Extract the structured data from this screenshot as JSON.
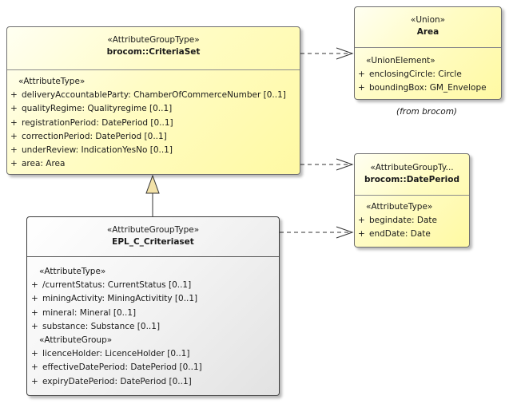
{
  "classes": {
    "criteria_set": {
      "stereotype": "«AttributeGroupType»",
      "name": "brocom::CriteriaSet",
      "section_stereotype": "«AttributeType»",
      "attributes": [
        {
          "vis": "+",
          "text": "deliveryAccountableParty: ChamberOfCommerceNumber [0..1]"
        },
        {
          "vis": "+",
          "text": "qualityRegime: Qualityregime [0..1]"
        },
        {
          "vis": "+",
          "text": "registrationPeriod: DatePeriod [0..1]"
        },
        {
          "vis": "+",
          "text": "correctionPeriod: DatePeriod [0..1]"
        },
        {
          "vis": "+",
          "text": "underReview: IndicationYesNo [0..1]"
        },
        {
          "vis": "+",
          "text": "area: Area"
        }
      ]
    },
    "area": {
      "stereotype": "«Union»",
      "name": "Area",
      "section_stereotype": "«UnionElement»",
      "attributes": [
        {
          "vis": "+",
          "text": "enclosingCircle: Circle"
        },
        {
          "vis": "+",
          "text": "boundingBox: GM_Envelope"
        }
      ],
      "note": "(from brocom)"
    },
    "date_period": {
      "stereotype": "«AttributeGroupTy...",
      "name": "brocom::DatePeriod",
      "section_stereotype": "«AttributeType»",
      "attributes": [
        {
          "vis": "+",
          "text": "begindate: Date"
        },
        {
          "vis": "+",
          "text": "endDate: Date"
        }
      ]
    },
    "epl_c_criteriaset": {
      "stereotype": "«AttributeGroupType»",
      "name": "EPL_C_Criteriaset",
      "section1_stereotype": "«AttributeType»",
      "section1_attributes": [
        {
          "vis": "+",
          "text": "/currentStatus: CurrentStatus [0..1]"
        },
        {
          "vis": "+",
          "text": "miningActivity: MiningActivitity [0..1]"
        },
        {
          "vis": "+",
          "text": "mineral: Mineral [0..1]"
        },
        {
          "vis": "+",
          "text": "substance: Substance [0..1]"
        }
      ],
      "section2_stereotype": "«AttributeGroup»",
      "section2_attributes": [
        {
          "vis": "+",
          "text": "licenceHolder: LicenceHolder [0..1]"
        },
        {
          "vis": "+",
          "text": "effectiveDatePeriod: DatePeriod [0..1]"
        },
        {
          "vis": "+",
          "text": "expiryDatePeriod: DatePeriod [0..1]"
        }
      ]
    }
  },
  "colors": {
    "class_fill_start": "#fffff2",
    "class_fill_end": "#fff9a3",
    "generalization_fill": "#f3e2a8",
    "line": "#333333"
  }
}
